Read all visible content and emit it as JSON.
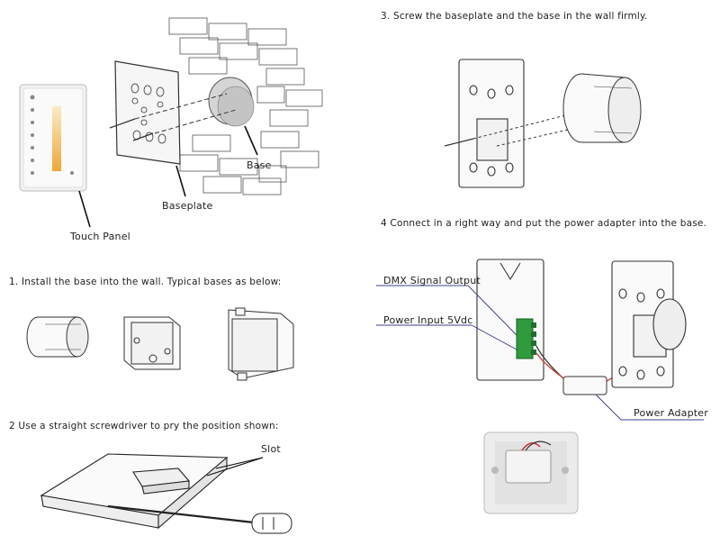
{
  "labels": {
    "base": "Base",
    "baseplate": "Baseplate",
    "touch_panel": "Touch Panel",
    "slot": "Slot",
    "dmx_signal_output": "DMX Signal Output",
    "power_input": "Power Input 5Vdc",
    "power_adapter": "Power Adapter"
  },
  "steps": {
    "step1": "1. Install the base into the wall. Typical bases as below:",
    "step2": "2  Use a straight screwdriver to pry the position shown:",
    "step3": "3. Screw the baseplate and the base in the wall firmly.",
    "step4": "4  Connect in a right way and put the power adapter into the base."
  },
  "colors": {
    "line": "#333333",
    "callout": "#3a3f8f",
    "terminal_green": "#2e9a3c",
    "wire_red": "#d23c2c",
    "touch_gradient_top": "#f7e7b0",
    "touch_gradient_bottom": "#f0a838"
  }
}
